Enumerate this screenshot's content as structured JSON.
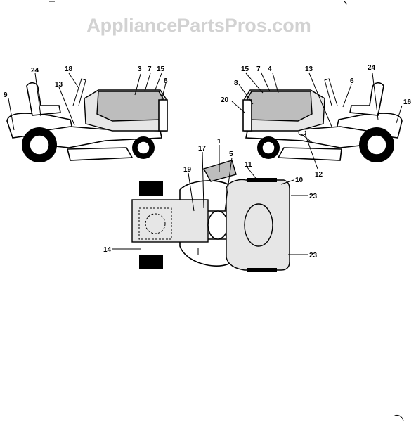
{
  "watermark": "AppliancePartsPros.com",
  "callouts": {
    "left_view": [
      "24",
      "18",
      "3",
      "7",
      "15",
      "8",
      "9",
      "13"
    ],
    "right_view": [
      "15",
      "7",
      "4",
      "13",
      "24",
      "8",
      "6",
      "20",
      "16",
      "12"
    ],
    "top_view": [
      "17",
      "1",
      "5",
      "11",
      "10",
      "19",
      "23",
      "14",
      "23"
    ]
  },
  "colors": {
    "watermark": "#d2d2d2",
    "decal": "#bdbdbd",
    "line": "#000000"
  }
}
